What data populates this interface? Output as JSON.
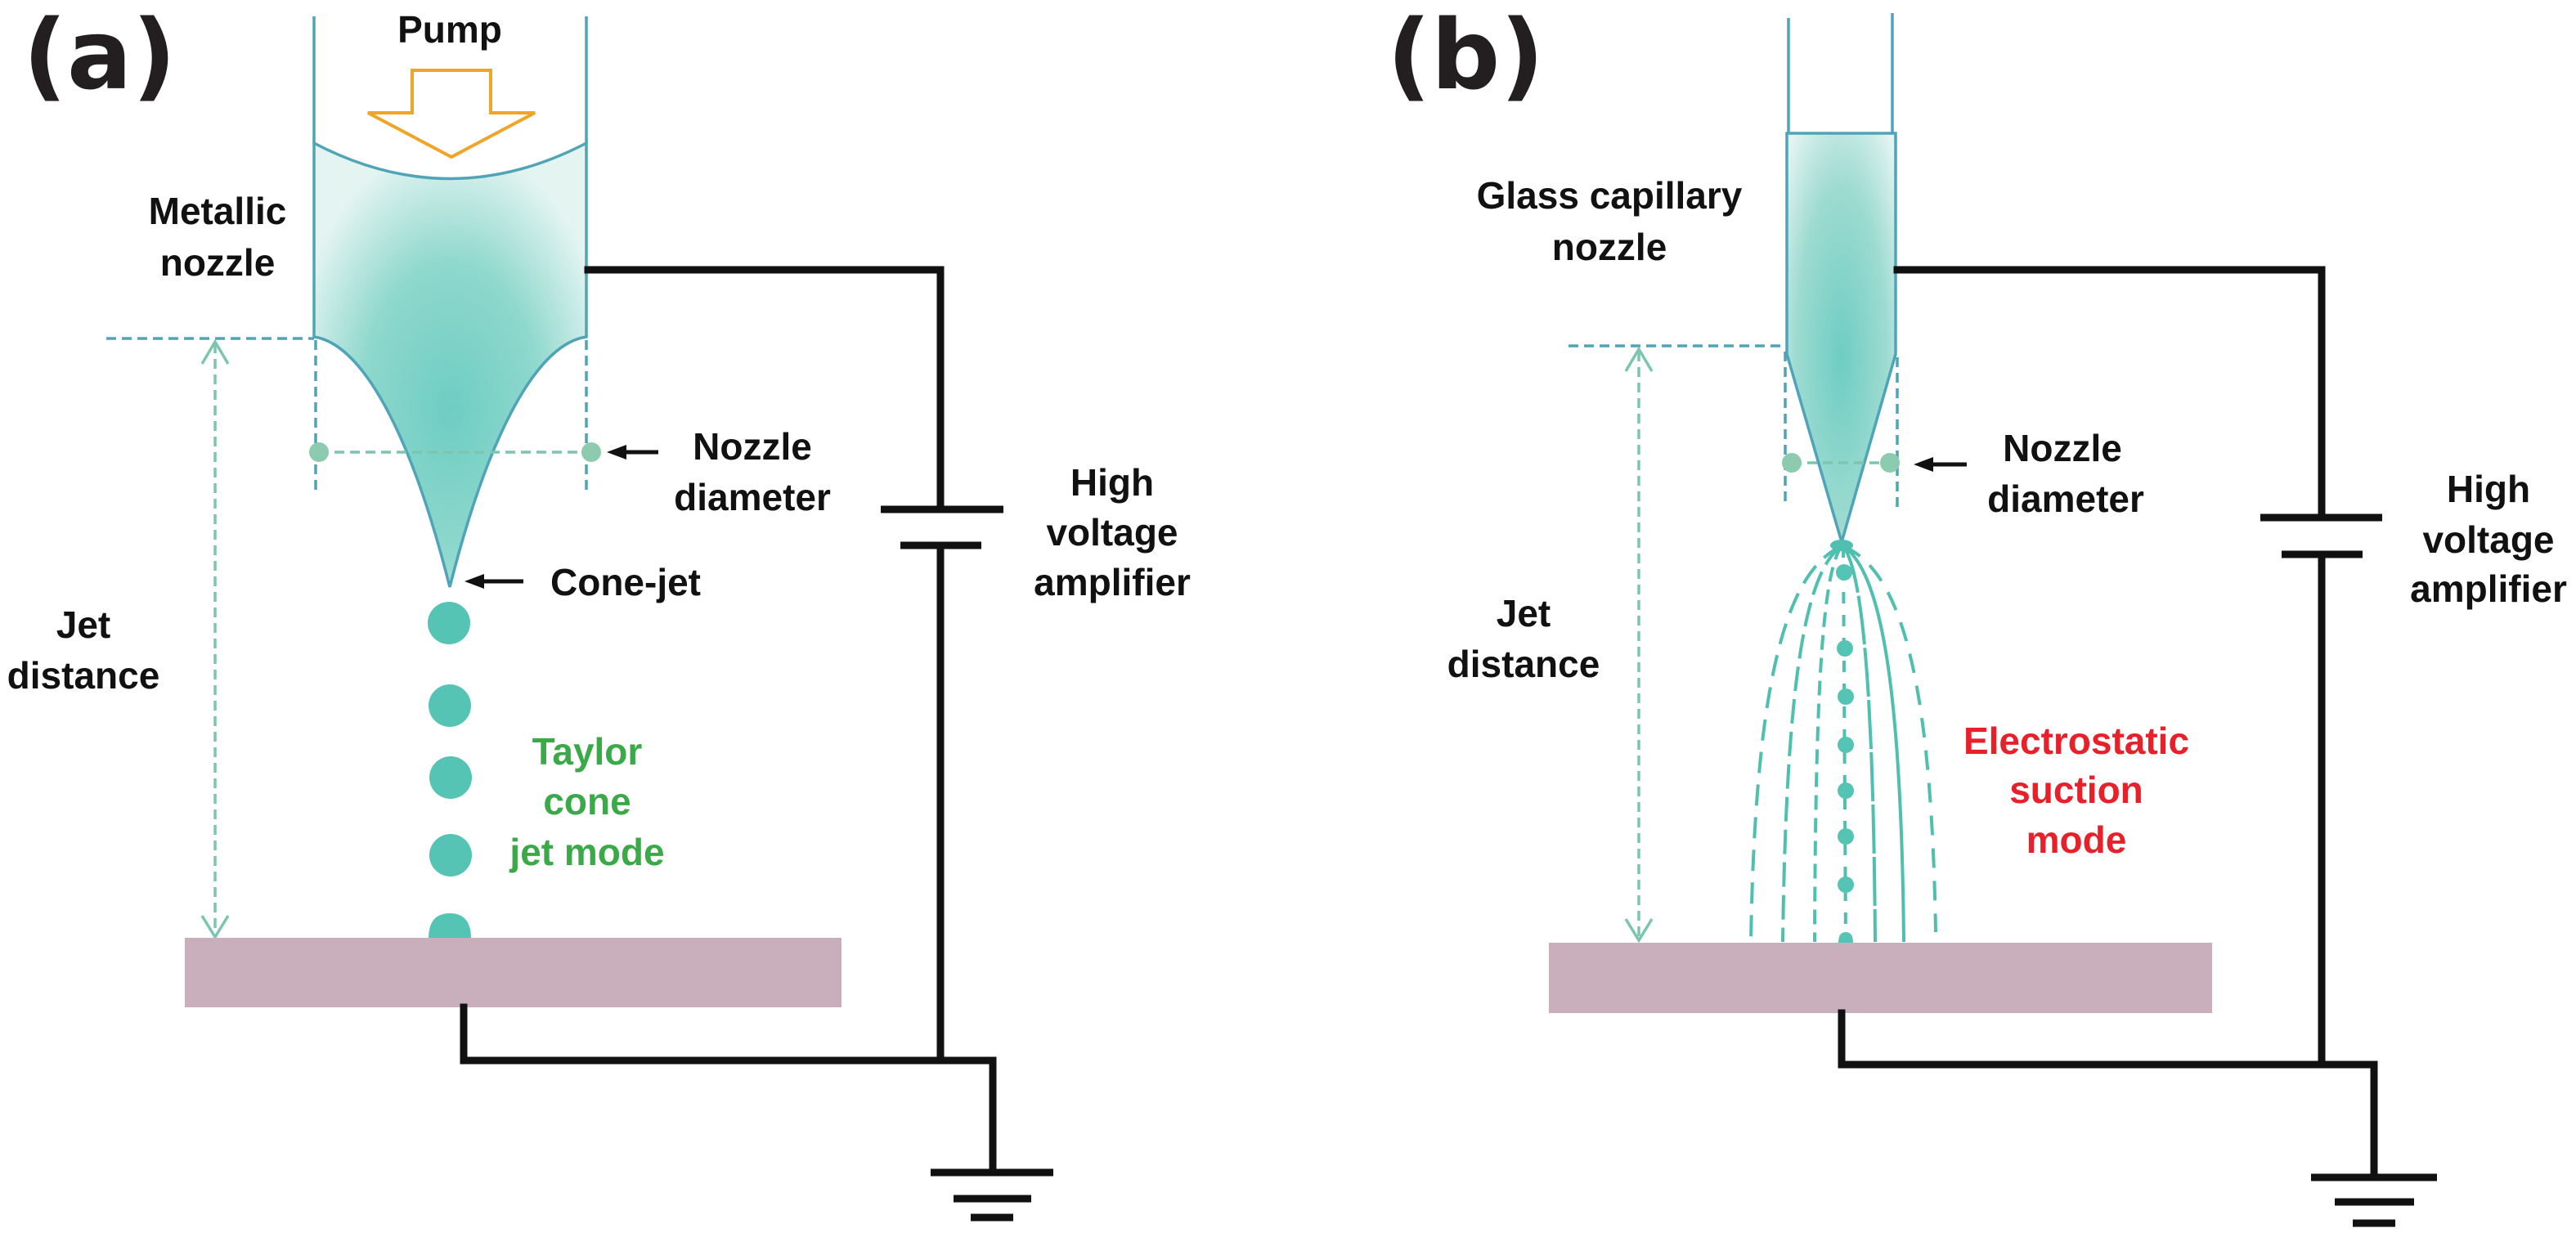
{
  "figure": {
    "panels": [
      {
        "id": "a",
        "label": "(a)",
        "pump_label": "Pump",
        "nozzle_label_lines": [
          "Metallic",
          "nozzle"
        ],
        "nozzle_diameter_lines": [
          "Nozzle",
          "diameter"
        ],
        "cone_jet_label": "Cone-jet",
        "jet_distance_lines": [
          "Jet",
          "distance"
        ],
        "hv_lines": [
          "High",
          "voltage",
          "amplifier"
        ],
        "mode_lines": [
          "Taylor",
          "cone",
          "jet mode"
        ],
        "mode_color": "#3aaa48"
      },
      {
        "id": "b",
        "label": "(b)",
        "nozzle_label_lines": [
          "Glass capillary",
          "nozzle"
        ],
        "nozzle_diameter_lines": [
          "Nozzle",
          "diameter"
        ],
        "jet_distance_lines": [
          "Jet",
          "distance"
        ],
        "hv_lines": [
          "High",
          "voltage",
          "amplifier"
        ],
        "mode_lines": [
          "Electrostatic",
          "suction",
          "mode"
        ],
        "mode_color": "#e8202a"
      }
    ],
    "colors": {
      "fluid_dark": "#6ecdc2",
      "fluid_light": "#e3f4f1",
      "tube_stroke": "#4fa4b8",
      "droplet": "#55c4b4",
      "substrate": "#c8afbb",
      "pump_arrow": "#f0a428",
      "wire": "#111111",
      "dimension": "#7cc6ad"
    }
  }
}
